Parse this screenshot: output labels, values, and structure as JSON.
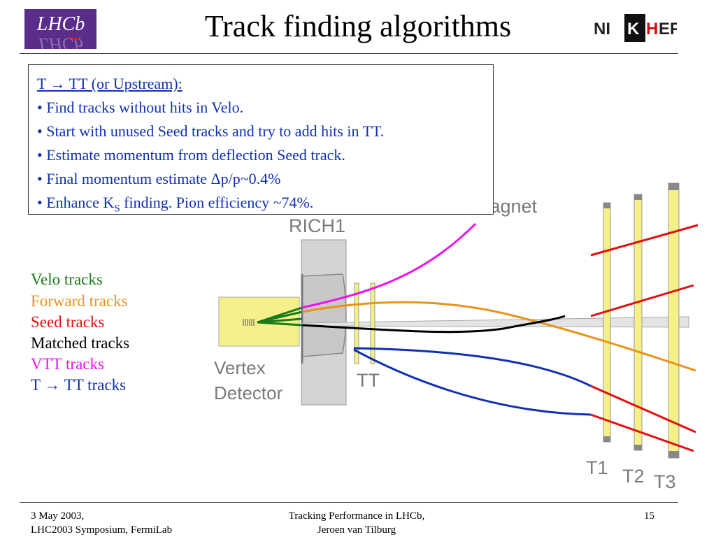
{
  "header": {
    "title": "Track finding algorithms",
    "logo_left_text": "LHCb",
    "logo_right_text": "NIKHEF"
  },
  "infobox": {
    "heading": "T → TT (or Upstream):",
    "bullets": [
      "• Find tracks without hits in Velo.",
      "• Start with unused Seed tracks and try to add hits in TT.",
      "• Estimate momentum from deflection Seed track.",
      "• Final momentum estimate Δp/p~0.4%"
    ],
    "last_bullet": {
      "before": "• Enhance K",
      "sub": "S",
      "after": " finding. Pion efficiency ~74%."
    }
  },
  "legend": [
    {
      "label": "Velo tracks",
      "color": "#1a7a1a"
    },
    {
      "label": "Forward tracks",
      "color": "#e8941a"
    },
    {
      "label": "Seed tracks",
      "color": "#e01010"
    },
    {
      "label": "Matched tracks",
      "color": "#000000"
    },
    {
      "label": "VTT tracks",
      "color": "#ee10ee"
    },
    {
      "label": "T → TT tracks",
      "color": "#1030b0"
    }
  ],
  "diagram": {
    "labels": {
      "magnet": "Magnet",
      "rich1": "RICH1",
      "vertex1": "Vertex",
      "vertex2": "Detector",
      "tt": "TT",
      "t1": "T1",
      "t2": "T2",
      "t3": "T3"
    }
  },
  "footer": {
    "left_line1": "3 May 2003,",
    "left_line2": "LHC2003 Symposium, FermiLab",
    "center_line1": "Tracking Performance in LHCb,",
    "center_line2": "Jeroen van Tilburg",
    "page": "15"
  }
}
